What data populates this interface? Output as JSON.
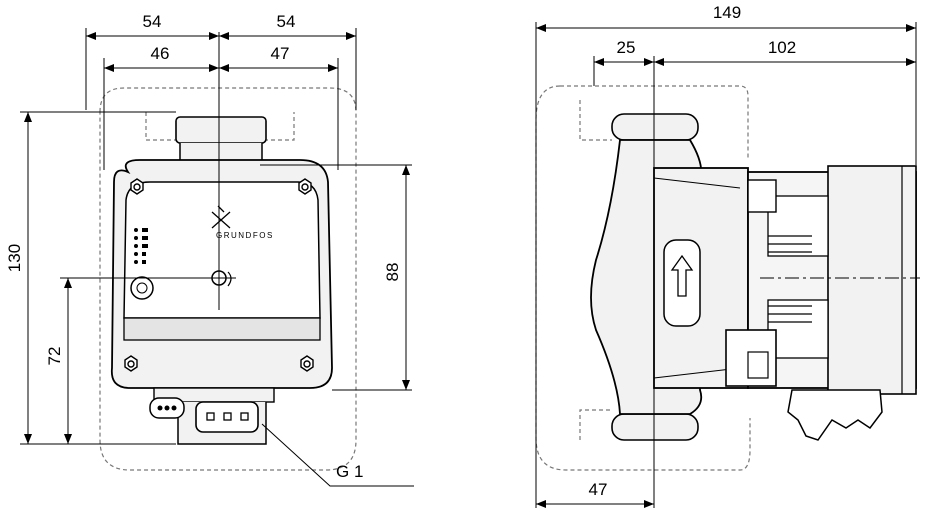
{
  "front_view": {
    "dims": {
      "top_left_half": "54",
      "top_right_half": "54",
      "inner_left": "46",
      "inner_right": "47",
      "total_height": "130",
      "lower_height": "72",
      "body_height": "88"
    },
    "connector_label": "G 1",
    "brand_text": "GRUNDFOS"
  },
  "side_view": {
    "dims": {
      "total_length": "149",
      "inlet_offset": "25",
      "motor_length": "102",
      "bottom_length": "47"
    }
  },
  "colors": {
    "line": "#000000",
    "hidden": "#555555",
    "background": "#ffffff",
    "body_fill": "#f2f2f2"
  }
}
